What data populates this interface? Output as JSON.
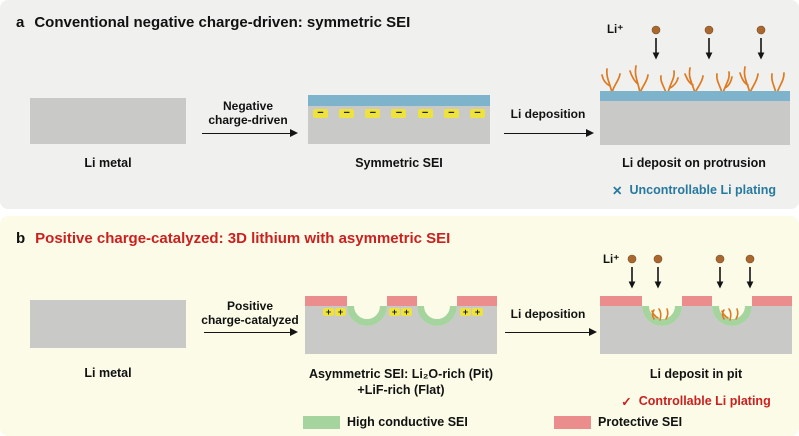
{
  "figure": {
    "panel_a": {
      "tag": "a",
      "title": "Conventional negative charge-driven: symmetric SEI",
      "li_metal_label": "Li metal",
      "arrow1_lines": [
        "Negative",
        "charge-driven"
      ],
      "sei_label": "Symmetric SEI",
      "arrow2_label": "Li deposition",
      "li_ion_label": "Li⁺",
      "deposit_label": "Li deposit on protrusion",
      "status_icon": "✕",
      "status_text": "Uncontrollable Li plating",
      "minus_sign": "−"
    },
    "panel_b": {
      "tag": "b",
      "title": "Positive charge-catalyzed: 3D lithium with asymmetric SEI",
      "li_metal_label": "Li metal",
      "arrow1_lines": [
        "Positive",
        "charge-catalyzed"
      ],
      "sei_label_line1": "Asymmetric SEI: Li₂O-rich (Pit)",
      "sei_label_line2": "+LiF-rich (Flat)",
      "arrow2_label": "Li deposition",
      "li_ion_label": "Li⁺",
      "deposit_label": "Li deposit in pit",
      "status_icon": "✓",
      "status_text": "Controllable Li plating",
      "plus_sign": "+",
      "legend": [
        {
          "label": "High conductive SEI",
          "color": "#a5d49f"
        },
        {
          "label": "Protective SEI",
          "color": "#ec8d8d"
        }
      ]
    },
    "colors": {
      "panel_a_bg": "#f0f0ee",
      "panel_b_bg": "#fbfbe7",
      "li_metal_gray": "#c9c9c8",
      "symmetric_sei_blue": "#7db3cb",
      "charge_badge_yellow": "#ede23e",
      "conductive_sei_green": "#a5d49f",
      "protective_sei_pink": "#ec8d8d",
      "dendrite_orange": "#dd7a22",
      "li_ion_brown": "#a8682f",
      "uncontrollable_blue": "#27799f",
      "controllable_red": "#cc1f1f"
    }
  }
}
